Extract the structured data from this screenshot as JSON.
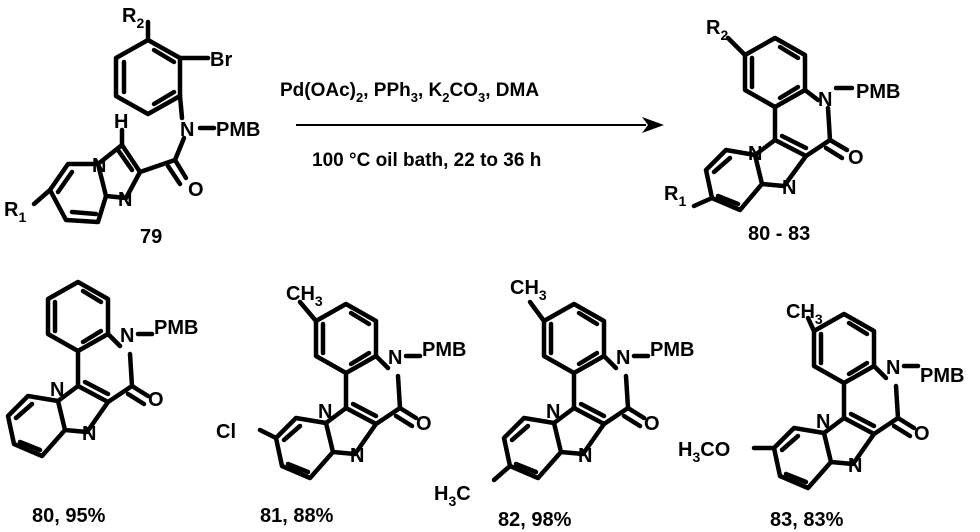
{
  "reaction": {
    "conditions_top": [
      "Pd(OAc)",
      "2",
      ", PPh",
      "3",
      ", K",
      "2",
      "CO",
      "3",
      ", DMA"
    ],
    "conditions_bottom": "100 °C oil bath, 22 to 36 h",
    "arrow": "right-arrow"
  },
  "starting_material": {
    "id": "79",
    "labels": {
      "r2": "R",
      "r2_sub": "2",
      "br": "Br",
      "n": "N",
      "pmb": "PMB",
      "h": "H",
      "o": "O",
      "r1": "R",
      "r1_sub": "1",
      "n_ring1": "N",
      "n_ring2": "N"
    }
  },
  "product_general": {
    "id": "80 - 83",
    "labels": {
      "r2": "R",
      "r2_sub": "2",
      "n_pmb": "N",
      "pmb": "PMB",
      "o": "O",
      "n_bridge": "N",
      "n_imid": "N",
      "r1": "R",
      "r1_sub": "1"
    }
  },
  "products": [
    {
      "caption": "80, 95%",
      "substituent_top": "",
      "substituent_bottom": ""
    },
    {
      "caption": "81, 88%",
      "substituent_top": "CH",
      "substituent_top_sub": "3",
      "substituent_bottom": "Cl"
    },
    {
      "caption": "82, 98%",
      "substituent_top": "CH",
      "substituent_top_sub": "3",
      "substituent_bottom": "H",
      "substituent_bottom_sub": "3",
      "substituent_bottom_tail": "C"
    },
    {
      "caption": "83, 83%",
      "substituent_top": "CH",
      "substituent_top_sub": "3",
      "substituent_bottom": "H",
      "substituent_bottom_sub": "3",
      "substituent_bottom_tail": "CO"
    }
  ],
  "common_labels": {
    "n": "N",
    "pmb": "PMB",
    "o": "O"
  }
}
